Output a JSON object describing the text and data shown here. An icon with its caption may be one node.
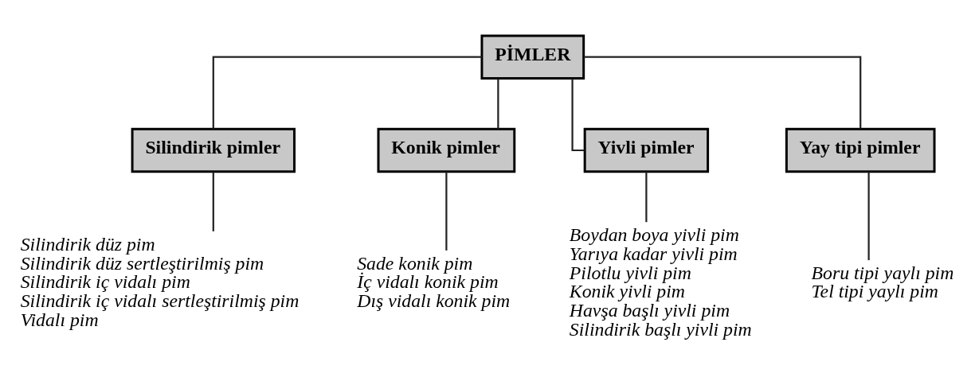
{
  "diagram": {
    "nodes": [
      {
        "text": [
          "PİMLER"
        ]
      },
      {
        "text": [
          "Silindirik pimler"
        ]
      },
      {
        "text": [
          "Konik pimler"
        ]
      },
      {
        "text": [
          "Yivli pimler"
        ]
      },
      {
        "text": [
          "Yay tipi pimler"
        ]
      },
      {
        "text": [
          "Silindirik düz pim",
          "Silindirik düz sertleştirilmiş pim",
          "Silindirik iç vidalı pim",
          "Silindirik iç vidalı sertleştirilmiş pim",
          "Vidalı pim"
        ]
      },
      {
        "text": [
          "Sade konik pim",
          "İç vidalı konik pim",
          "Dış vidalı konik pim"
        ]
      },
      {
        "text": [
          "Boydan boya yivli pim",
          "Yarıya kadar yivli pim",
          "Pilotlu yivli pim",
          "Konik yivli pim",
          "Havşa başlı yivli pim",
          "Silindirik başlı yivli pim"
        ]
      },
      {
        "text": [
          "Boru tipi yaylı pim",
          "Tel tipi yaylı pim"
        ]
      }
    ],
    "edges": [
      {
        "from": 0,
        "to": 1,
        "arrow": "none"
      },
      {
        "from": 0,
        "to": 2,
        "arrow": "none"
      },
      {
        "from": 0,
        "to": 3,
        "arrow": "none"
      },
      {
        "from": 0,
        "to": 4,
        "arrow": "none"
      },
      {
        "from": 1,
        "to": 5,
        "arrow": "none"
      },
      {
        "from": 2,
        "to": 6,
        "arrow": "none"
      },
      {
        "from": 3,
        "to": 7,
        "arrow": "none"
      },
      {
        "from": 4,
        "to": 8,
        "arrow": "none"
      }
    ]
  }
}
